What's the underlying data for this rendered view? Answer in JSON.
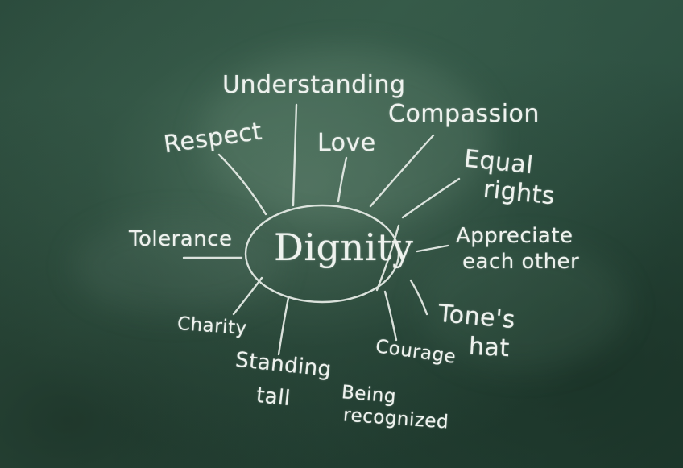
{
  "board": {
    "center_word": "Dignity",
    "words": {
      "understanding": "Understanding",
      "respect": "Respect",
      "love": "Love",
      "compassion": "Compassion",
      "equal_rights_line1": "Equal",
      "equal_rights_line2": "rights",
      "tolerance": "Tolerance",
      "appreciate_line1": "Appreciate",
      "appreciate_line2": "each other",
      "charity": "Charity",
      "standing_tall_line1": "Standing",
      "standing_tall_line2": "tall",
      "courage": "Courage",
      "tones_hat_line1": "Tone's",
      "tones_hat_line2": "hat",
      "being_recognized_line1": "Being",
      "being_recognized_line2": "recognized"
    }
  },
  "colors": {
    "chalk": "#eef2ee",
    "board_green": "#2e5142"
  }
}
